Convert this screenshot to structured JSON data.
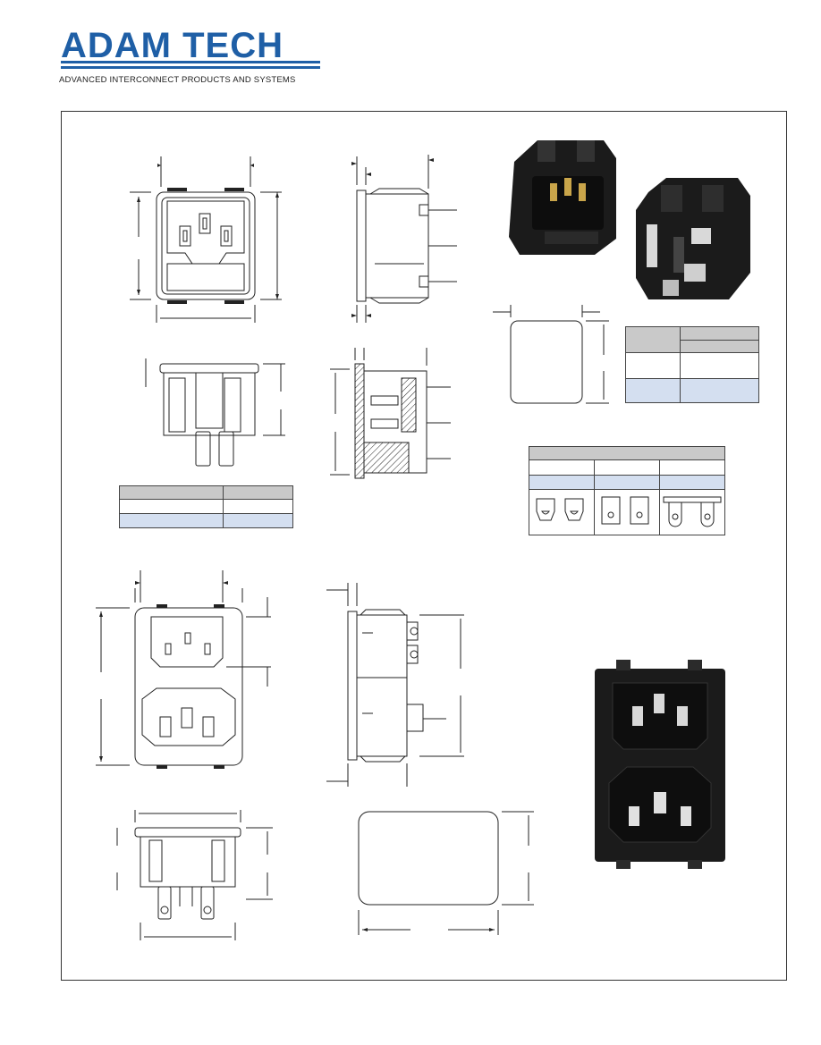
{
  "brand": {
    "name": "ADAM TECH",
    "tagline": "ADVANCED INTERCONNECT PRODUCTS AND SYSTEMS",
    "color": "#1f5fa6"
  },
  "colors": {
    "table_header": "#c9c9c9",
    "table_highlight": "#d4dff0",
    "line": "#222222",
    "photo_body": "#1b1b1b"
  },
  "sections": {
    "top": {
      "drawings": [
        "front-view",
        "side-view",
        "bottom-view",
        "cross-section-view",
        "panel-cutout"
      ],
      "photos": [
        "product-photo-front",
        "product-photo-rear"
      ]
    },
    "bottom": {
      "drawings": [
        "dual-inlet-front-view",
        "dual-inlet-side-view",
        "dual-inlet-bottom-view",
        "dual-inlet-panel-cutout"
      ],
      "photos": [
        "dual-inlet-photo"
      ]
    }
  }
}
